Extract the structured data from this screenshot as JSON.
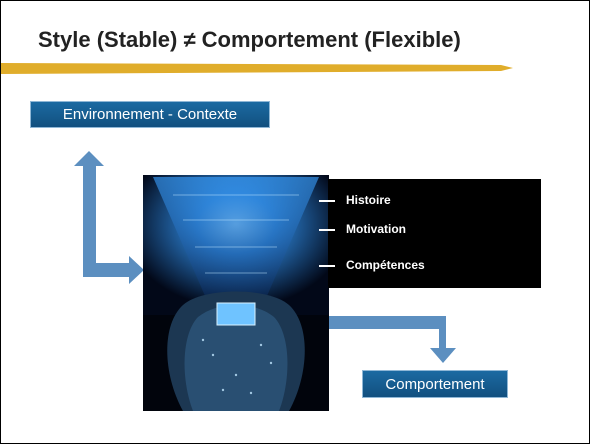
{
  "slide": {
    "title": "Style (Stable) ≠ Comportement (Flexible)"
  },
  "boxes": {
    "environment": "Environnement - Contexte",
    "behavior": "Comportement"
  },
  "layers": [
    "Histoire",
    "Motivation",
    "Compétences"
  ],
  "colors": {
    "box_blue": "#1a5f93",
    "arrow_blue": "#5c8fc0",
    "gold_bar": "#e0ad2b",
    "panel_black": "#000000"
  }
}
